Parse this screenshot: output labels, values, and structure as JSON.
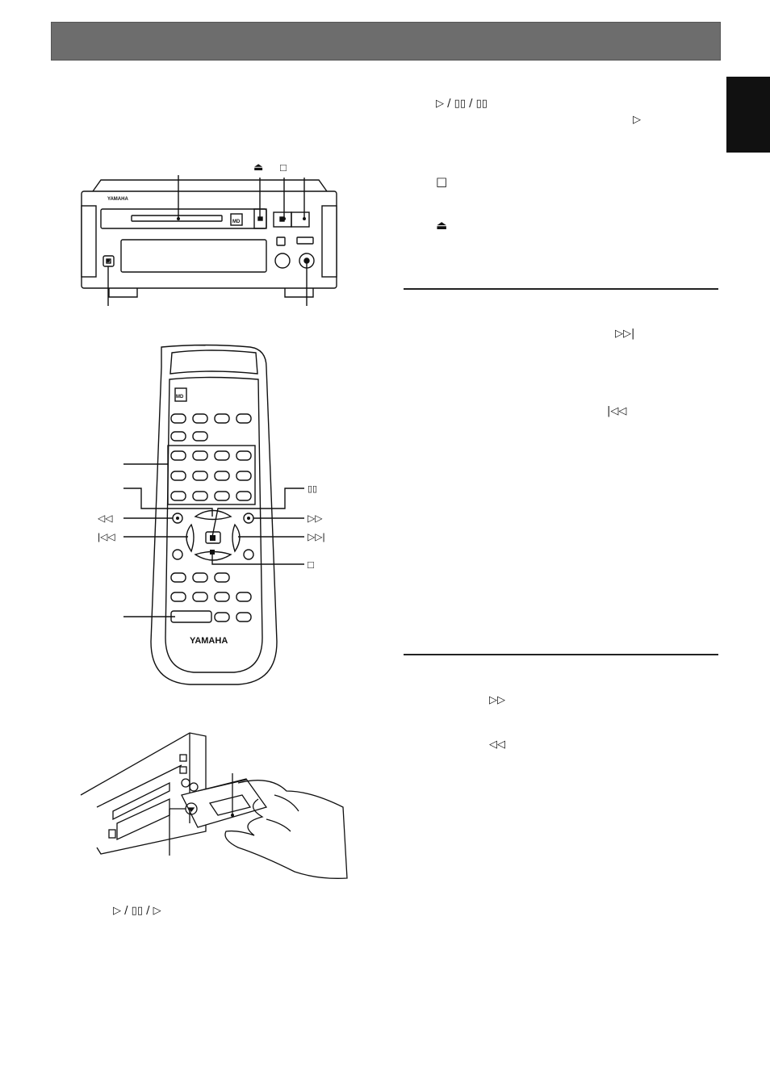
{
  "brand": {
    "front_panel_logo": "YAMAHA",
    "remote_logo": "YAMAHA",
    "md_logo": "MD"
  },
  "symbols": {
    "play": "▷",
    "pause": "▯▯",
    "stop": "□",
    "eject": "⏏",
    "skip_forward": "▷▷|",
    "skip_back": "|◁◁",
    "fast_forward": "▷▷",
    "rewind": "◁◁",
    "separator": "/"
  },
  "colors": {
    "header_bar": "#6d6d6d",
    "language_tab": "#111111"
  }
}
